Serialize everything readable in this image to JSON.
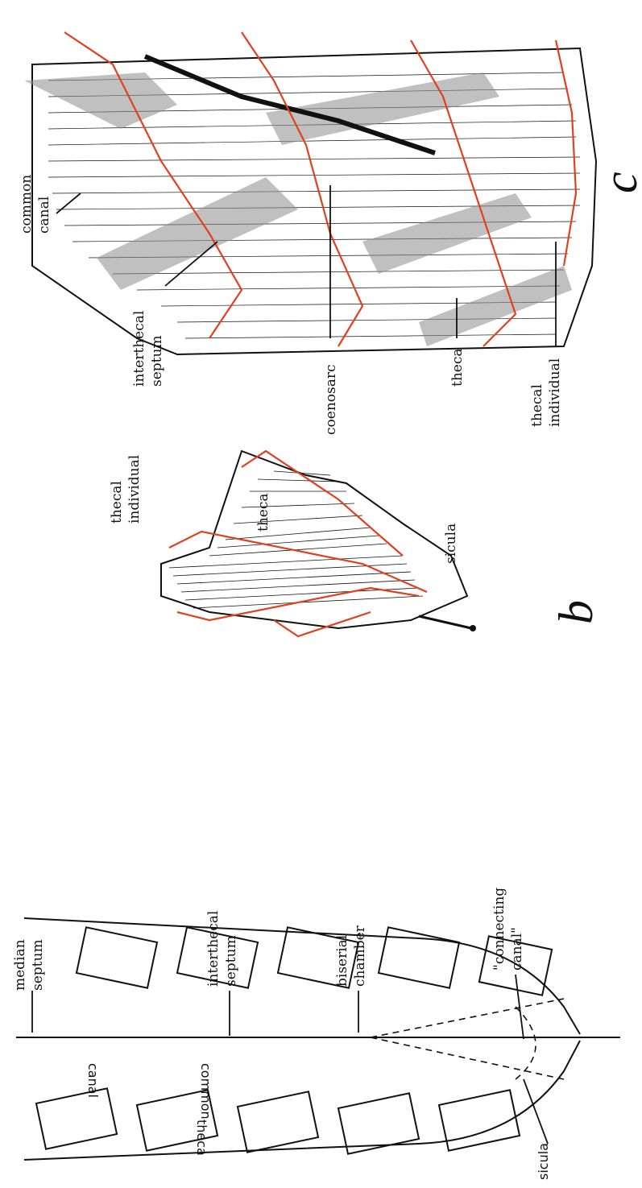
{
  "panels": {
    "a": {
      "labels": {
        "median_septum": [
          "median",
          "septum"
        ],
        "interthecal_septum": [
          "interthecal",
          "septum"
        ],
        "biserial_chamber": [
          "biserial",
          "chamber"
        ],
        "connecting_canal": [
          "\"connecting",
          "canal\""
        ],
        "sicula": "sicula",
        "theca": "theca",
        "common": "common",
        "canal": "canal"
      }
    },
    "b": {
      "letter": "b",
      "labels": {
        "thecal_individual": [
          "thecal",
          "individual"
        ],
        "theca": "theca",
        "sicula": "sicula"
      }
    },
    "c": {
      "letter": "c",
      "labels": {
        "common_canal": [
          "common",
          "canal"
        ],
        "interthecal_septum": [
          "interthecal",
          "septum"
        ],
        "coenosarc": "coenosarc",
        "theca": "theca",
        "thecal_individual": [
          "thecal",
          "individual"
        ]
      }
    }
  },
  "colors": {
    "ink": "#111111",
    "zooid_red": "#e0401e",
    "paper": "#ffffff"
  }
}
